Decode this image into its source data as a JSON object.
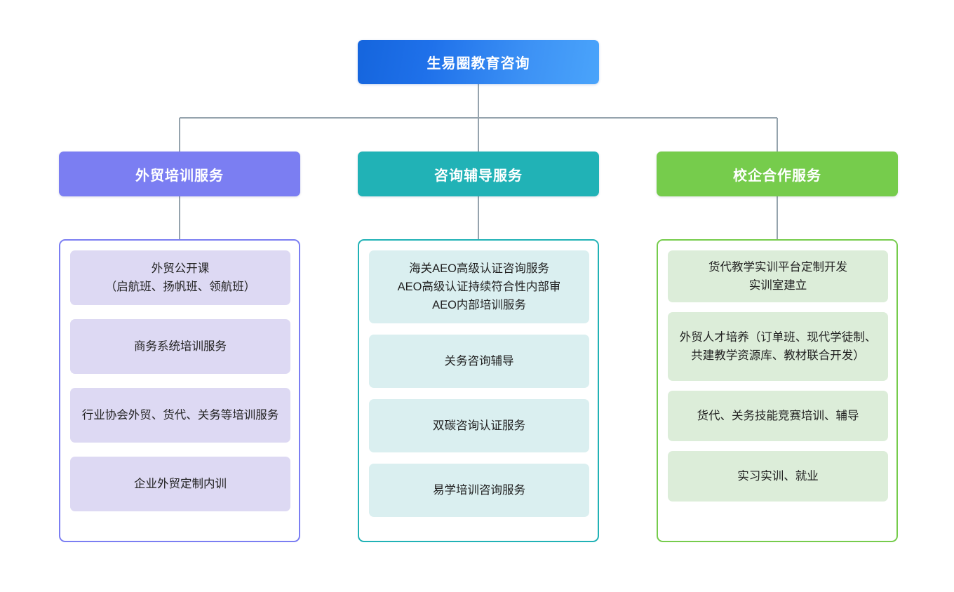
{
  "diagram": {
    "type": "organizational-tree",
    "root": {
      "label": "生易圈教育咨询",
      "color_start": "#1565dd",
      "color_end": "#4aa4fb"
    },
    "connector_color": "#95a3ad",
    "branches": [
      {
        "label": "外贸培训服务",
        "color": "#7b7ef2",
        "item_fill": "#ddd9f3",
        "items": [
          {
            "label": "外贸公开课\n（启航班、扬帆班、领航班）"
          },
          {
            "label": "商务系统培训服务"
          },
          {
            "label": "行业协会外贸、货代、关务等培训服务"
          },
          {
            "label": "企业外贸定制内训"
          }
        ]
      },
      {
        "label": "咨询辅导服务",
        "color": "#21b2b6",
        "item_fill": "#daeff0",
        "items": [
          {
            "label": "海关AEO高级认证咨询服务\nAEO高级认证持续符合性内部审\nAEO内部培训服务"
          },
          {
            "label": "关务咨询辅导"
          },
          {
            "label": "双碳咨询认证服务"
          },
          {
            "label": "易学培训咨询服务"
          }
        ]
      },
      {
        "label": "校企合作服务",
        "color": "#76cc4c",
        "item_fill": "#dcedd9",
        "items": [
          {
            "label": "货代教学实训平台定制开发\n实训室建立"
          },
          {
            "label": "外贸人才培养（订单班、现代学徒制、共建教学资源库、教材联合开发）"
          },
          {
            "label": "货代、关务技能竞赛培训、辅导"
          },
          {
            "label": "实习实训、就业"
          }
        ]
      }
    ]
  }
}
